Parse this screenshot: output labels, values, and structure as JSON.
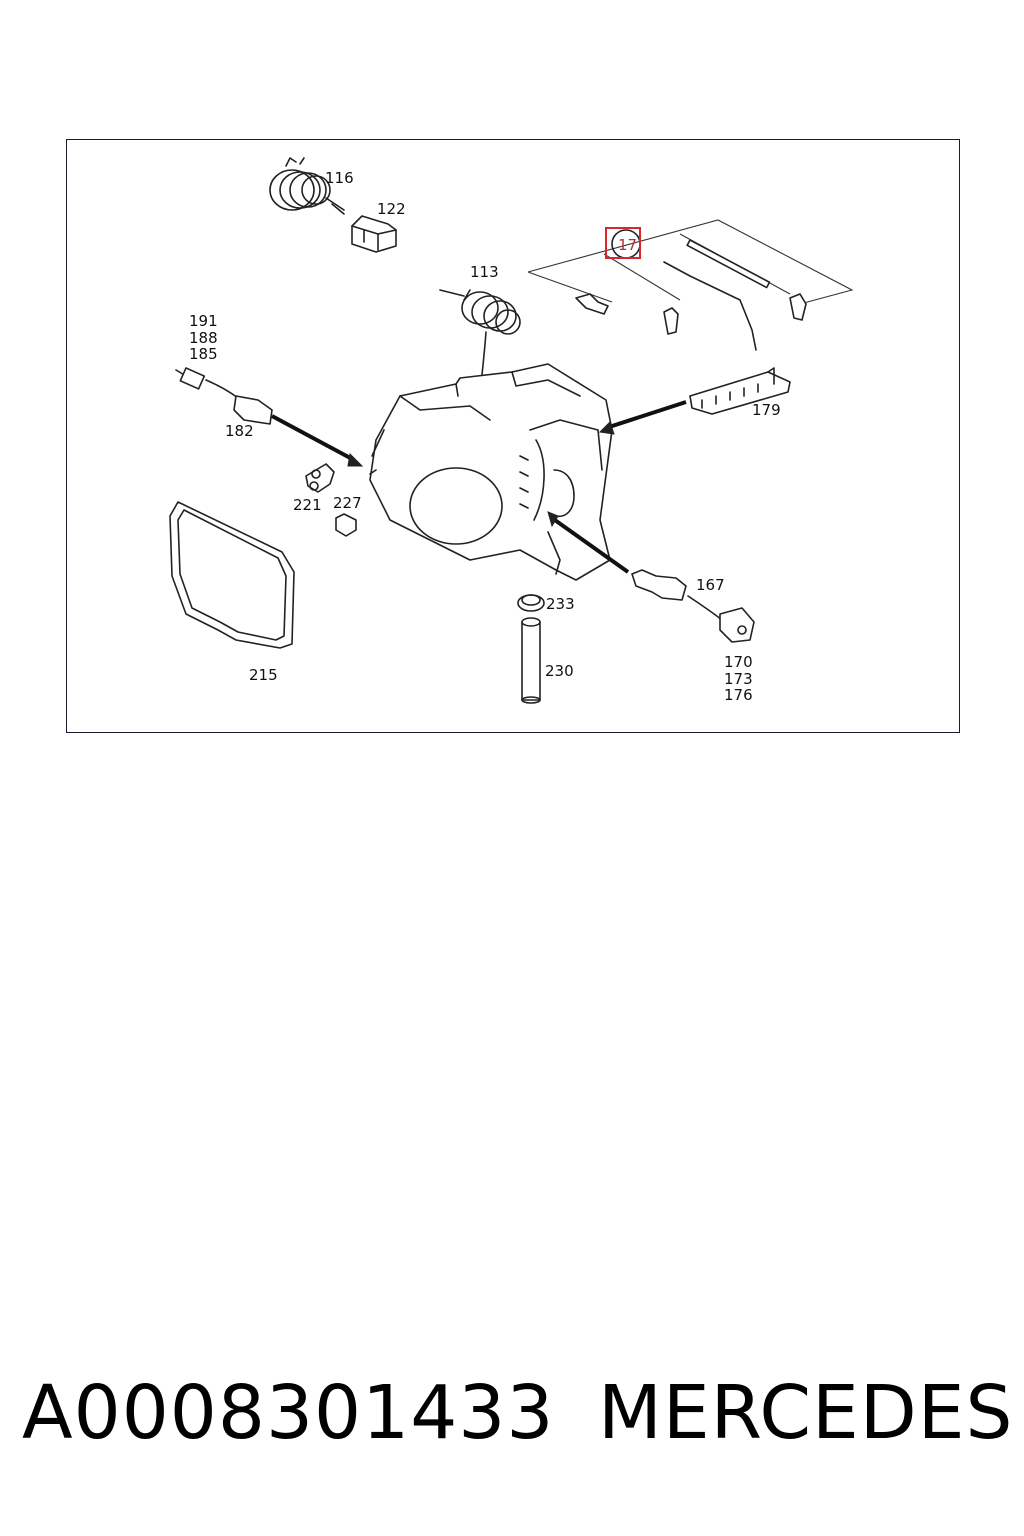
{
  "diagram": {
    "part_labels": {
      "p116": "116",
      "p122": "122",
      "p113": "113",
      "p17": "17",
      "p191": "191",
      "p188": "188",
      "p185": "185",
      "p182": "182",
      "p179": "179",
      "p221": "221",
      "p227": "227",
      "p167": "167",
      "p233": "233",
      "p230": "230",
      "p215": "215",
      "p170": "170",
      "p173": "173",
      "p176": "176"
    },
    "highlight_color": "#d9262f"
  },
  "footer": {
    "part_number": "A0008301433",
    "brand": "MERCEDES"
  }
}
